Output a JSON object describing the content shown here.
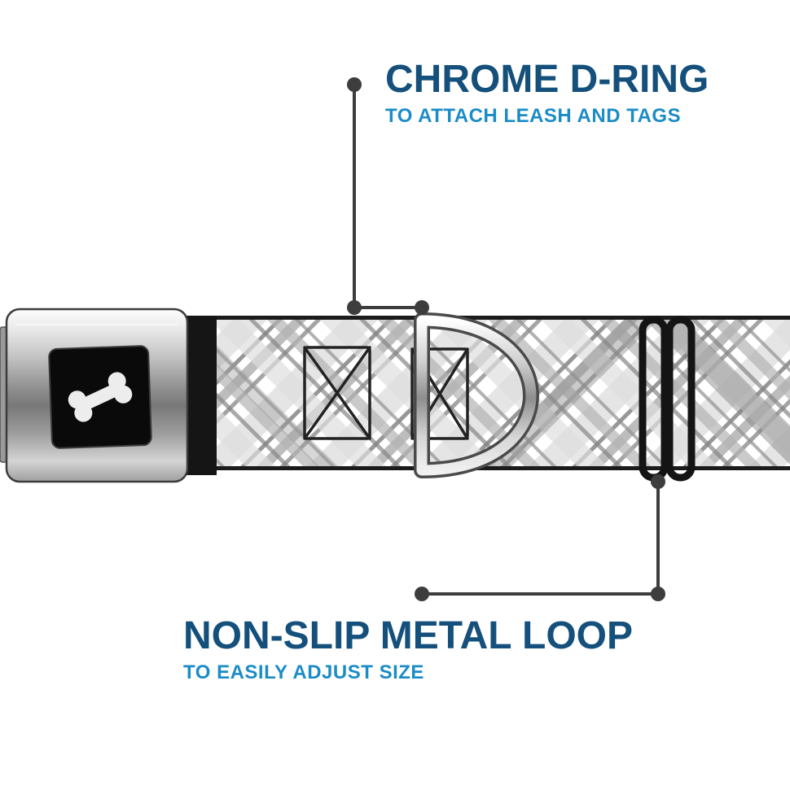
{
  "annotations": {
    "top": {
      "title": "CHROME D-RING",
      "subtitle": "TO ATTACH LEASH AND TAGS"
    },
    "bottom": {
      "title": "NON-SLIP METAL LOOP",
      "subtitle": "TO EASILY ADJUST SIZE"
    }
  },
  "colors": {
    "title": "#14507b",
    "subtitle": "#1b8cc6",
    "callout": "#3d3d3d",
    "strap_edge": "#1b1b1b",
    "plaid_light": "#dedede",
    "plaid_mid": "#b0b0b0",
    "plaid_dark": "#828282",
    "slider_black": "#141414",
    "buckle_panel": "#0a0a0a",
    "bone_white": "#ededed"
  },
  "parts": {
    "buckle": "seatbelt-buckle",
    "buckle_icon": "bone-icon",
    "strap": "plaid-collar-strap",
    "dring": "chrome-d-ring",
    "slider": "non-slip-metal-loop-slider",
    "stitching": "stitch-box"
  }
}
